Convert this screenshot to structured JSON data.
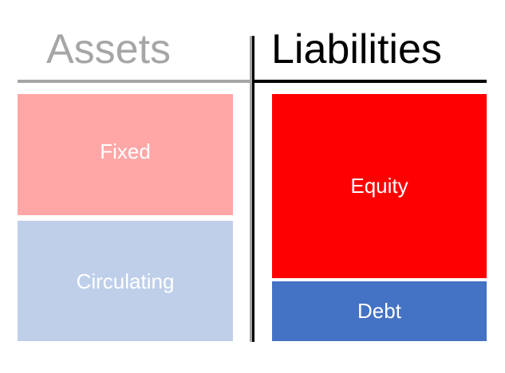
{
  "headings": {
    "assets": "Assets",
    "liabilities": "Liabilities"
  },
  "assets": [
    {
      "label": "Fixed",
      "color": "#ffa7a7"
    },
    {
      "label": "Circulating",
      "color": "#bfcfea"
    }
  ],
  "liabilities": [
    {
      "label": "Equity",
      "color": "#ff0000"
    },
    {
      "label": "Debt",
      "color": "#4472c4"
    }
  ],
  "colors": {
    "assets_heading": "#a6a6a6",
    "liabilities_heading": "#000000",
    "divider_gray": "#a6a6a6",
    "divider_black": "#000000"
  }
}
